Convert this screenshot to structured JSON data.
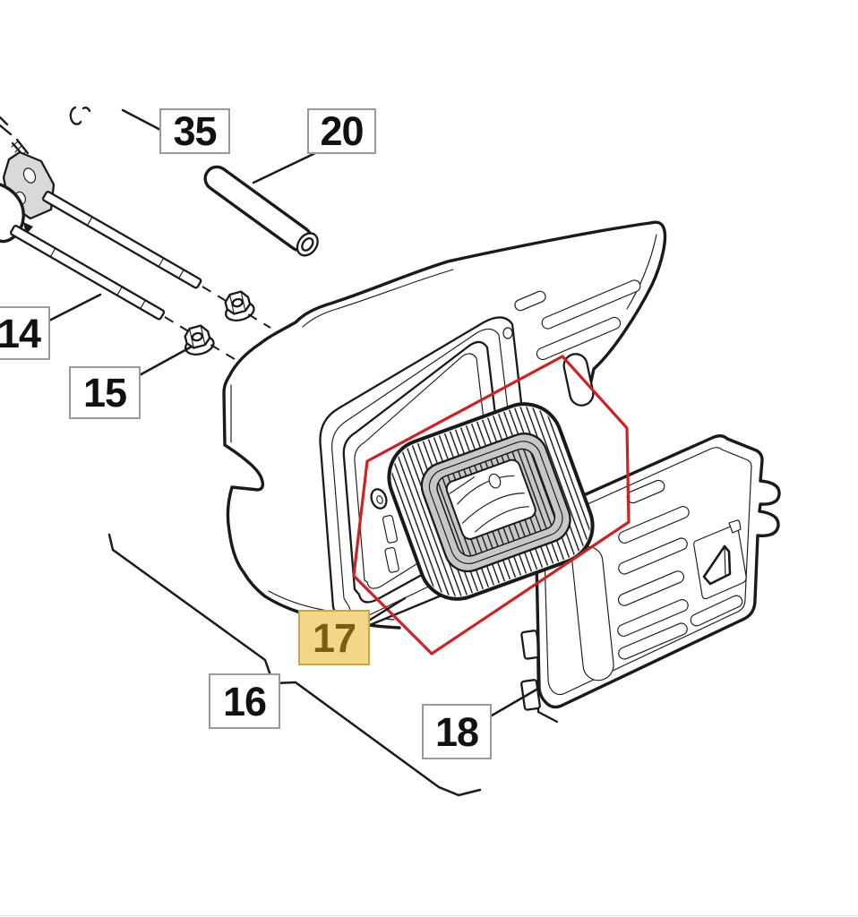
{
  "page": {
    "type": "exploded-parts-diagram",
    "subject": "engine air filter assembly exploded view",
    "background": "#ffffff",
    "selected_part": "17"
  },
  "labels": {
    "l35": {
      "text": "35",
      "highlighted": false
    },
    "l20": {
      "text": "20",
      "highlighted": false
    },
    "l14": {
      "text": "14",
      "highlighted": false
    },
    "l15": {
      "text": "15",
      "highlighted": false
    },
    "l17": {
      "text": "17",
      "highlighted": true
    },
    "l16": {
      "text": "16",
      "highlighted": false
    },
    "l18": {
      "text": "18",
      "highlighted": false
    }
  },
  "icons": {
    "cover_badge": "air-filter-icon"
  },
  "colors": {
    "page_bg": "#ffffff",
    "line_color": "#1a1a1a",
    "red_outline": "#cc2222",
    "label_bg": "#ffffff",
    "label_border": "#9a9a9a",
    "label_text": "#111111",
    "highlight_bg": "#f3d688",
    "highlight_border": "#caa64a",
    "highlight_text": "#7b5c17",
    "part_gray": "#d9d9d9",
    "seal_gray": "#c7c7c7",
    "hairline": "#e2e2e2"
  }
}
